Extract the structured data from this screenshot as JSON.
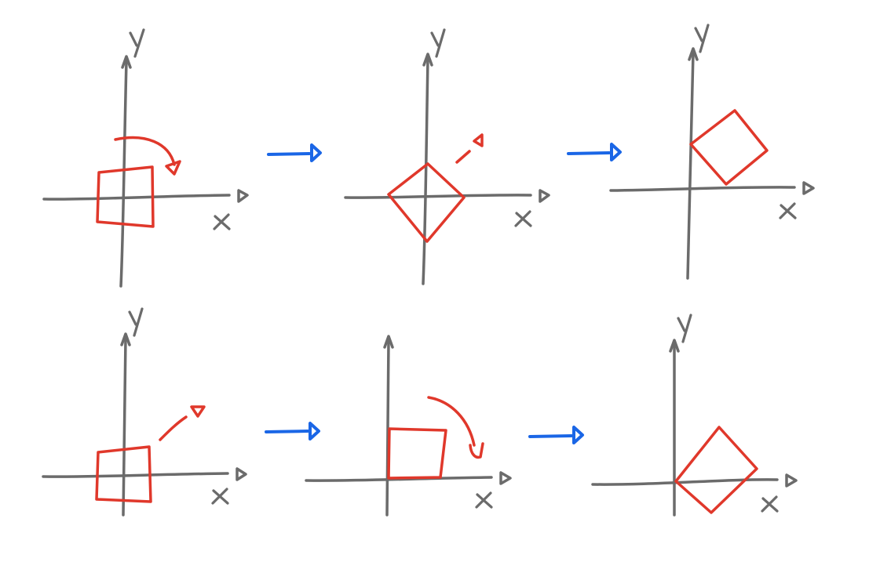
{
  "colors": {
    "axis": "#6b6b6b",
    "shape": "#e0382b",
    "arrow": "#1a66e6",
    "background": "#ffffff"
  },
  "rows": [
    {
      "name": "rotate-then-translate",
      "panels": [
        {
          "axis_labels": [
            "x",
            "y"
          ],
          "shape": "square-centered-at-origin",
          "annotation": "curved-rotation-arrow"
        },
        {
          "axis_labels": [
            "x",
            "y"
          ],
          "shape": "diamond-rotated-45",
          "annotation": "dashed-translation-arrow"
        },
        {
          "axis_labels": [
            "x",
            "y"
          ],
          "shape": "rotated-square-translated",
          "annotation": "none"
        }
      ],
      "connectors": [
        "right-arrow-icon",
        "right-arrow-icon"
      ]
    },
    {
      "name": "translate-then-rotate",
      "panels": [
        {
          "axis_labels": [
            "x",
            "y"
          ],
          "shape": "square-centered-at-origin",
          "annotation": "dashed-translation-arrow"
        },
        {
          "axis_labels": [
            "x"
          ],
          "shape": "square-in-first-quadrant",
          "annotation": "curved-rotation-arrow"
        },
        {
          "axis_labels": [
            "x",
            "y"
          ],
          "shape": "diamond-with-corner-at-origin",
          "annotation": "none"
        }
      ],
      "connectors": [
        "right-arrow-icon",
        "right-arrow-icon"
      ]
    }
  ]
}
